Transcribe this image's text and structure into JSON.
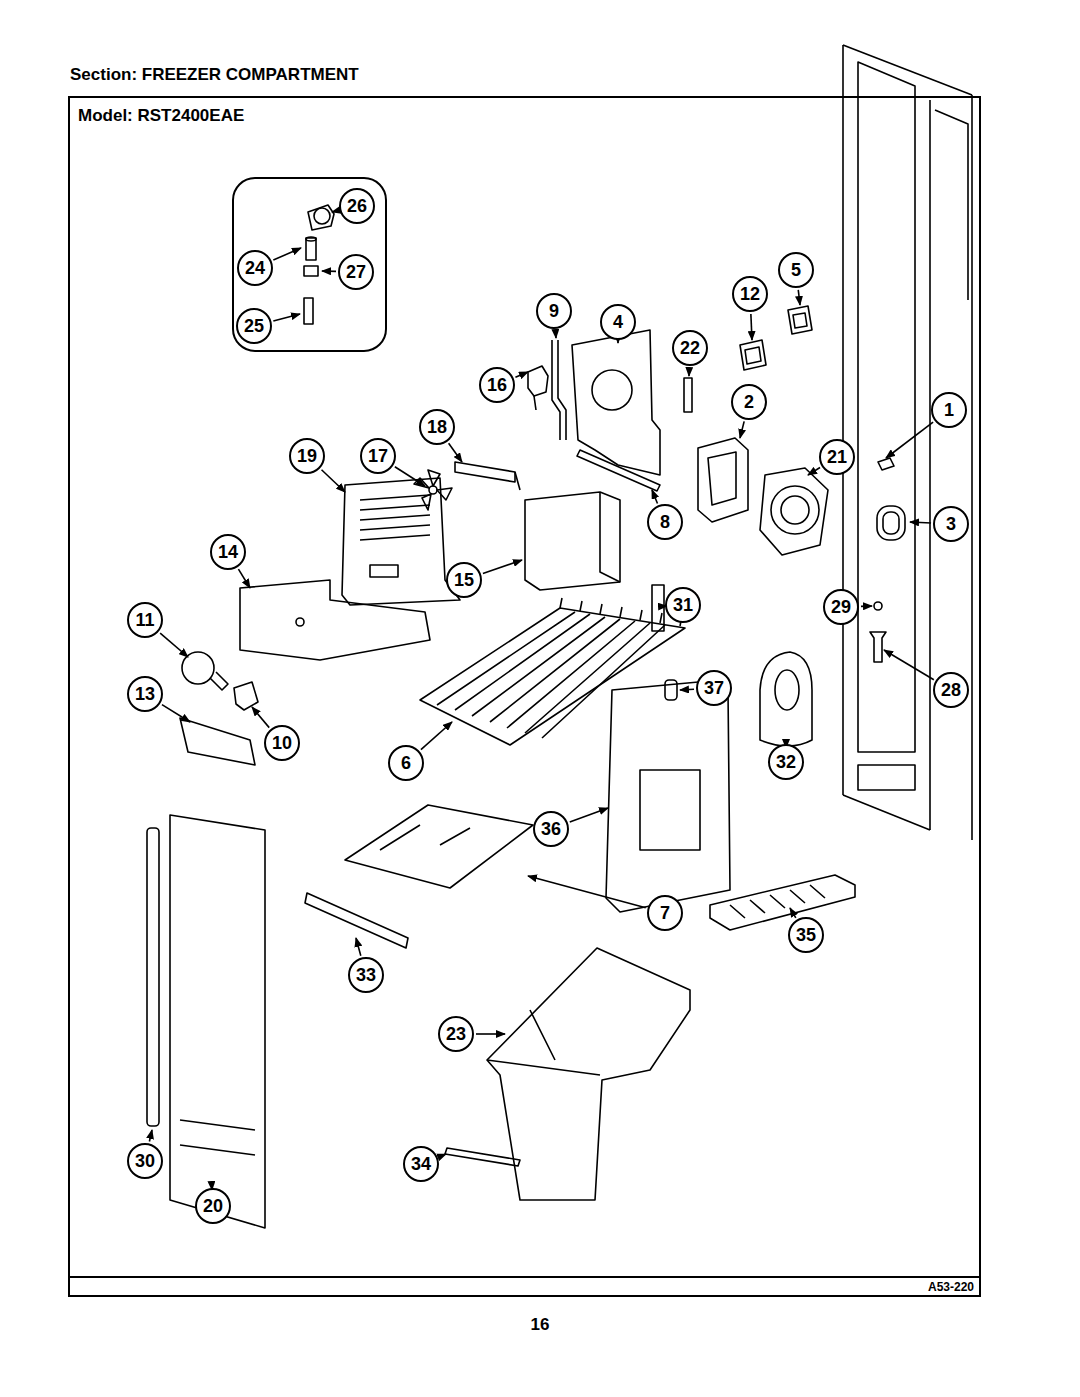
{
  "diagram": {
    "title": "Section: FREEZER COMPARTMENT",
    "nodes": [
      {
        "text": [
          "26"
        ]
      },
      {
        "text": [
          "24"
        ]
      },
      {
        "text": [
          "27"
        ]
      },
      {
        "text": [
          "25"
        ]
      },
      {
        "text": [
          "5"
        ]
      },
      {
        "text": [
          "12"
        ]
      },
      {
        "text": [
          "9"
        ]
      },
      {
        "text": [
          "4"
        ]
      },
      {
        "text": [
          "22"
        ]
      },
      {
        "text": [
          "16"
        ]
      },
      {
        "text": [
          "2"
        ]
      },
      {
        "text": [
          "1"
        ]
      },
      {
        "text": [
          "18"
        ]
      },
      {
        "text": [
          "19"
        ]
      },
      {
        "text": [
          "17"
        ]
      },
      {
        "text": [
          "21"
        ]
      },
      {
        "text": [
          "8"
        ]
      },
      {
        "text": [
          "3"
        ]
      },
      {
        "text": [
          "14"
        ]
      },
      {
        "text": [
          "15"
        ]
      },
      {
        "text": [
          "31"
        ]
      },
      {
        "text": [
          "29"
        ]
      },
      {
        "text": [
          "11"
        ]
      },
      {
        "text": [
          "13"
        ]
      },
      {
        "text": [
          "37"
        ]
      },
      {
        "text": [
          "28"
        ]
      },
      {
        "text": [
          "10"
        ]
      },
      {
        "text": [
          "6"
        ]
      },
      {
        "text": [
          "32"
        ]
      },
      {
        "text": [
          "36"
        ]
      },
      {
        "text": [
          "7"
        ]
      },
      {
        "text": [
          "35"
        ]
      },
      {
        "text": [
          "33"
        ]
      },
      {
        "text": [
          "23"
        ]
      },
      {
        "text": [
          "30"
        ]
      },
      {
        "text": [
          "34"
        ]
      },
      {
        "text": [
          "20"
        ]
      }
    ],
    "edges": [],
    "labels": [
      "Model: RST2400EAE",
      "A53-220",
      "16"
    ]
  }
}
